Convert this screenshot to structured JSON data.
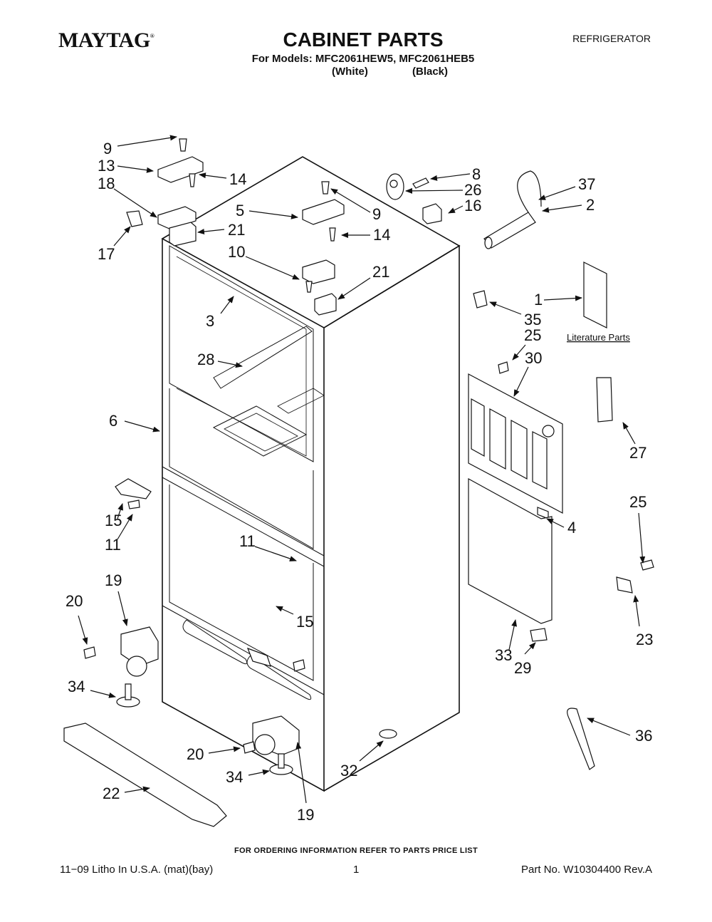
{
  "header": {
    "brand": "MAYTAG",
    "brand_mark": "®",
    "title": "CABINET PARTS",
    "doc_type": "REFRIGERATOR",
    "models_line": "For Models: MFC2061HEW5, MFC2061HEB5",
    "color_1": "(White)",
    "color_2": "(Black)"
  },
  "diagram": {
    "literature_label": "Literature Parts",
    "callouts": [
      {
        "id": "c9a",
        "label": "9"
      },
      {
        "id": "c13",
        "label": "13"
      },
      {
        "id": "c18",
        "label": "18"
      },
      {
        "id": "c14a",
        "label": "14"
      },
      {
        "id": "c17",
        "label": "17"
      },
      {
        "id": "c21a",
        "label": "21"
      },
      {
        "id": "c5",
        "label": "5"
      },
      {
        "id": "c9b",
        "label": "9"
      },
      {
        "id": "c14b",
        "label": "14"
      },
      {
        "id": "c10",
        "label": "10"
      },
      {
        "id": "c21b",
        "label": "21"
      },
      {
        "id": "c8",
        "label": "8"
      },
      {
        "id": "c26",
        "label": "26"
      },
      {
        "id": "c16",
        "label": "16"
      },
      {
        "id": "c37",
        "label": "37"
      },
      {
        "id": "c2",
        "label": "2"
      },
      {
        "id": "c1",
        "label": "1"
      },
      {
        "id": "c35",
        "label": "35"
      },
      {
        "id": "c25a",
        "label": "25"
      },
      {
        "id": "c30",
        "label": "30"
      },
      {
        "id": "c3",
        "label": "3"
      },
      {
        "id": "c28",
        "label": "28"
      },
      {
        "id": "c6",
        "label": "6"
      },
      {
        "id": "c27",
        "label": "27"
      },
      {
        "id": "c15a",
        "label": "15"
      },
      {
        "id": "c11a",
        "label": "11"
      },
      {
        "id": "c25b",
        "label": "25"
      },
      {
        "id": "c4",
        "label": "4"
      },
      {
        "id": "c11b",
        "label": "11"
      },
      {
        "id": "c19a",
        "label": "19"
      },
      {
        "id": "c15b",
        "label": "15"
      },
      {
        "id": "c20a",
        "label": "20"
      },
      {
        "id": "c23",
        "label": "23"
      },
      {
        "id": "c33",
        "label": "33"
      },
      {
        "id": "c29",
        "label": "29"
      },
      {
        "id": "c34a",
        "label": "34"
      },
      {
        "id": "c36",
        "label": "36"
      },
      {
        "id": "c20b",
        "label": "20"
      },
      {
        "id": "c32",
        "label": "32"
      },
      {
        "id": "c34b",
        "label": "34"
      },
      {
        "id": "c22",
        "label": "22"
      },
      {
        "id": "c19b",
        "label": "19"
      }
    ]
  },
  "footer": {
    "ordering_note": "FOR ORDERING INFORMATION REFER TO PARTS PRICE LIST",
    "litho": "11−09 Litho In U.S.A. (mat)(bay)",
    "page_number": "1",
    "part_number": "Part No. W10304400 Rev.A"
  }
}
